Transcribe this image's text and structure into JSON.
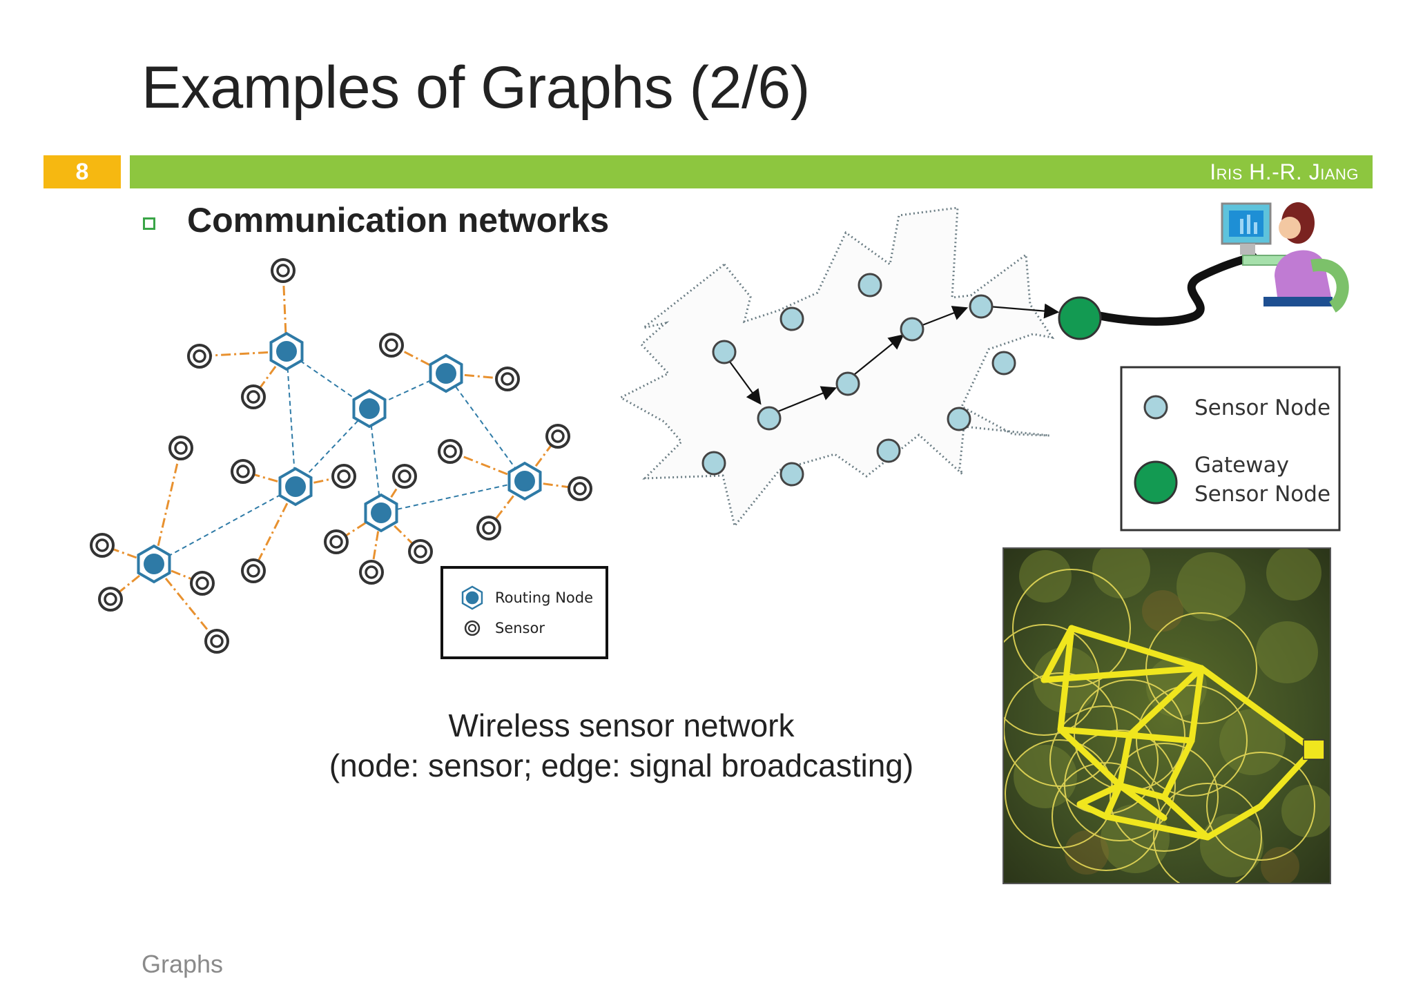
{
  "slide": {
    "title": "Examples of Graphs (2/6)",
    "page_number": "8",
    "author": "Iris H.-R. Jiang",
    "bullet": "Communication networks",
    "caption_line1": "Wireless sensor network",
    "caption_line2": "(node: sensor; edge: signal broadcasting)",
    "footer": "Graphs"
  },
  "wsn_legend": {
    "routing_node": "Routing Node",
    "sensor": "Sensor"
  },
  "gateway_legend": {
    "sensor_node": "Sensor Node",
    "gateway_line1": "Gateway",
    "gateway_line2": "Sensor Node"
  },
  "colors": {
    "accent_bar": "#8dc63f",
    "page_badge": "#f6b811",
    "routing_node": "#2e7aa6",
    "sensor_link": "#e8912f",
    "sensor_node": "#a9d4de",
    "gateway_node": "#139a52",
    "mesh_yellow": "#f0e61e"
  }
}
